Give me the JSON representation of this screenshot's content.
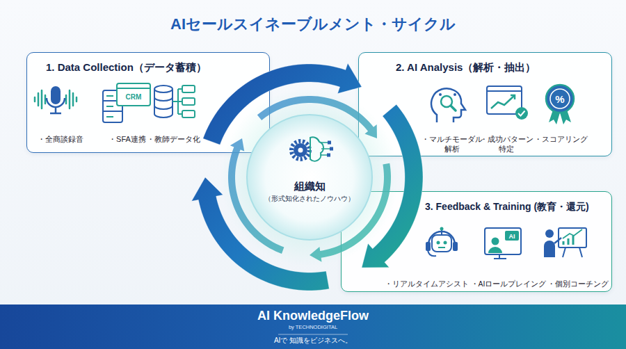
{
  "diagram": {
    "title": "AIセールスイネーブルメント・サイクル",
    "nodes": [
      {
        "text": [
          "1. Data Collection（データ蓄積）",
          "・全商談録音",
          "・SFA連携",
          "・教師データ化"
        ]
      },
      {
        "text": [
          "2. AI Analysis（解析・抽出）",
          "・マルチモーダル 解析",
          "・成功パターン 特定",
          "・スコアリング"
        ]
      },
      {
        "text": [
          "組織知",
          "（形式知化されたノウハウ）"
        ]
      },
      {
        "text": [
          "3. Feedback & Training (教育・還元)",
          "・リアルタイムアシスト",
          "・AIロールプレイング",
          "・個別コーチング"
        ]
      },
      {
        "text": [
          "AI KnowledgeFlow",
          "by TECHNODIGITAL",
          "AIで 知識をビジネスへ。"
        ]
      }
    ],
    "labels": [
      "CRM",
      "%",
      "AI"
    ]
  }
}
